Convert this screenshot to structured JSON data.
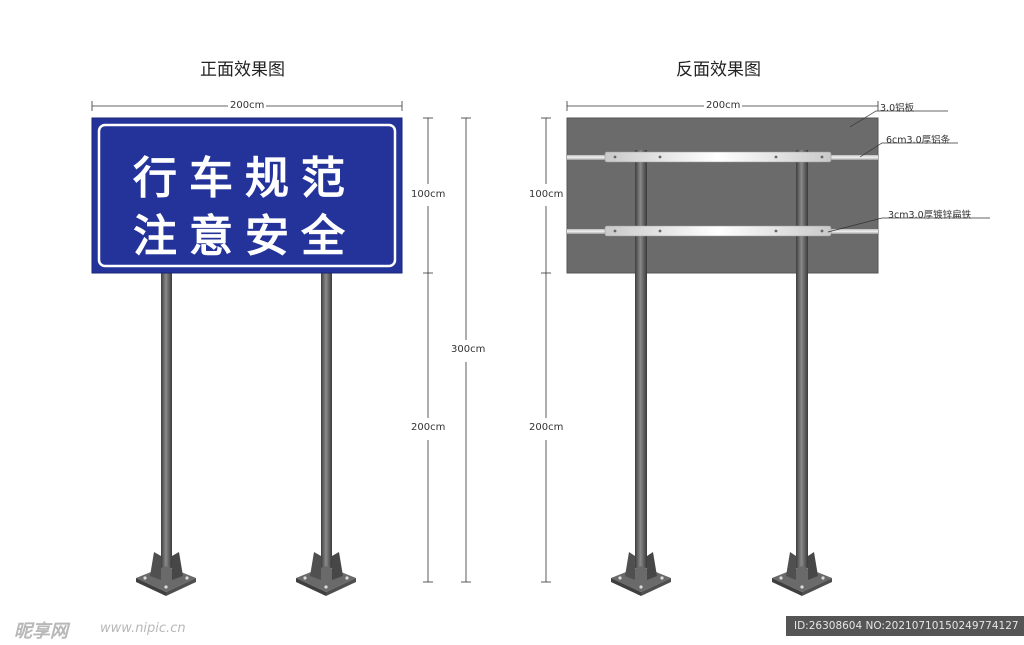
{
  "front": {
    "title": "正面效果图",
    "sign_line1": "行车规范",
    "sign_line2": "注意安全",
    "width_label": "200cm",
    "height_top_label": "100cm",
    "height_bottom_label": "200cm",
    "total_height_label": "300cm"
  },
  "back": {
    "title": "反面效果图",
    "width_label": "200cm",
    "height_top_label": "100cm",
    "height_bottom_label": "200cm",
    "callout_plate": "3.0铝板",
    "callout_strip": "6cm3.0厚铝条",
    "callout_iron": "3cm3.0厚镀锌扁铁"
  },
  "colors": {
    "sign_blue": "#23339a",
    "back_gray": "#6b6b6b",
    "pole": "#5e5e5e"
  },
  "watermark": {
    "brand": "昵享网",
    "url": "www.nipic.cn",
    "id_text": "ID:26308604 NO:20210710150249774127"
  }
}
